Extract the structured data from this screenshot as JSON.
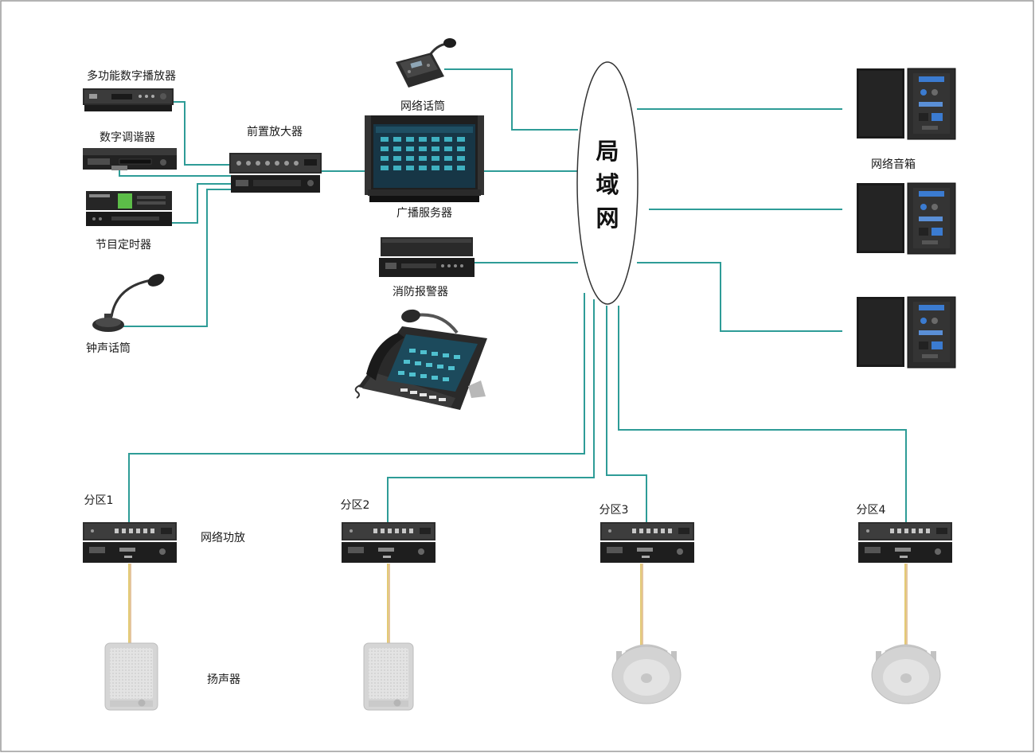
{
  "diagram": {
    "sources": {
      "multi_player": "多功能数字播放器",
      "tuner": "数字调谐器",
      "timer": "节目定时器",
      "chime_mic": "钟声话筒"
    },
    "preamp": "前置放大器",
    "network_mic": "网络话筒",
    "server": "广播服务器",
    "fire_alarm": "消防报警器",
    "lan": {
      "chars": [
        "局",
        "域",
        "网"
      ]
    },
    "network_speakers": "网络音箱",
    "zones": [
      {
        "label": "分区1"
      },
      {
        "label": "分区2"
      },
      {
        "label": "分区3"
      },
      {
        "label": "分区4"
      }
    ],
    "zone_amp_label": "网络功放",
    "speaker_label": "扬声器"
  },
  "colors": {
    "network_line": "#2e9c97",
    "audio_line": "#dcbc52",
    "audio_line_inner": "#c98b3c",
    "border": "#9a9a9a"
  }
}
